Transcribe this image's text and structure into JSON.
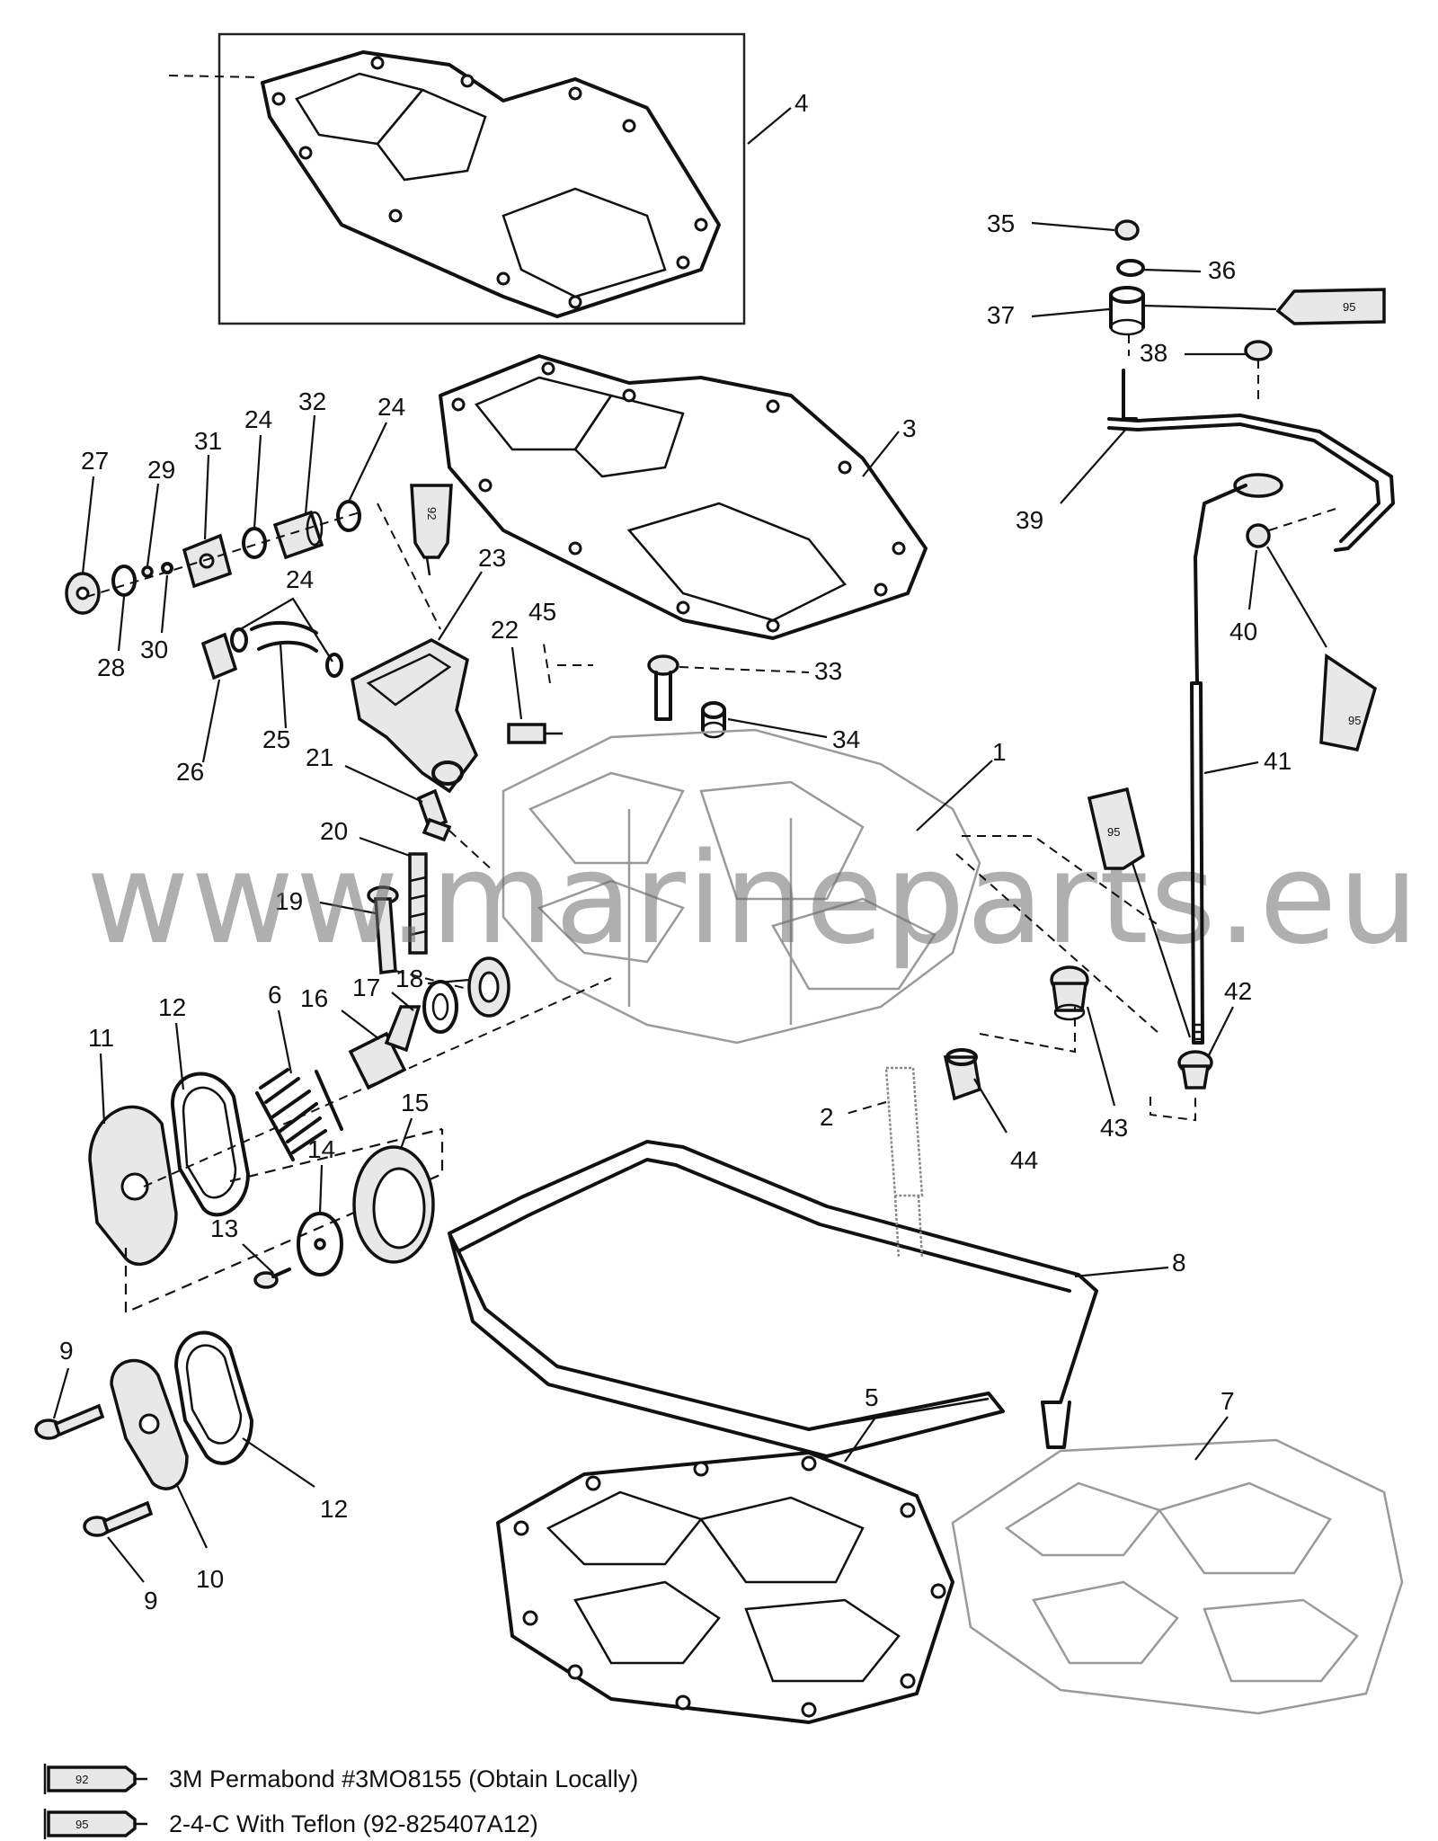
{
  "callouts": {
    "c1": "1",
    "c2": "2",
    "c3": "3",
    "c4": "4",
    "c5": "5",
    "c6": "6",
    "c7": "7",
    "c8": "8",
    "c9a": "9",
    "c9b": "9",
    "c10": "10",
    "c11": "11",
    "c12a": "12",
    "c12b": "12",
    "c13": "13",
    "c14": "14",
    "c15": "15",
    "c16": "16",
    "c17": "17",
    "c18": "18",
    "c19": "19",
    "c20": "20",
    "c21": "21",
    "c22": "22",
    "c23": "23",
    "c24a": "24",
    "c24b": "24",
    "c24c": "24",
    "c25": "25",
    "c26": "26",
    "c27": "27",
    "c28": "28",
    "c29": "29",
    "c30": "30",
    "c31": "31",
    "c32": "32",
    "c33": "33",
    "c34": "34",
    "c35": "35",
    "c36": "36",
    "c37": "37",
    "c38": "38",
    "c39": "39",
    "c40": "40",
    "c41": "41",
    "c42": "42",
    "c43": "43",
    "c44": "44",
    "c45": "45"
  },
  "tubes": {
    "t92_top": "92",
    "t95_top": "95",
    "t95_mid": "95",
    "t95_right": "95"
  },
  "watermark": "www.marineparts.eu",
  "legend": [
    {
      "code": "92",
      "text": "3M Permabond #3MO8155 (Obtain Locally)"
    },
    {
      "code": "95",
      "text": "2-4-C  With Teflon (92-825407A12)"
    }
  ]
}
